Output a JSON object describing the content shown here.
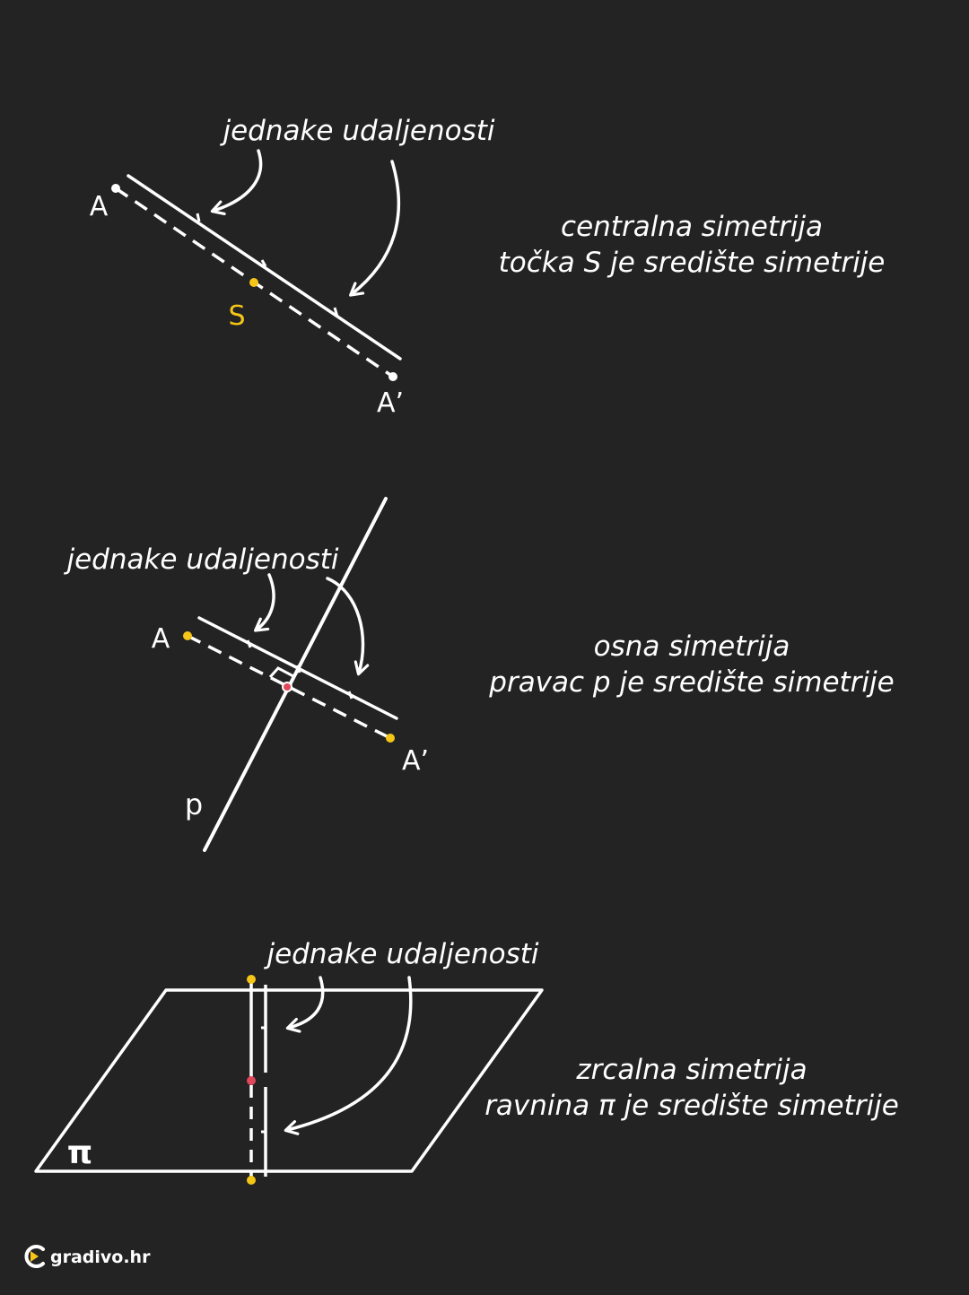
{
  "colors": {
    "background": "#232323",
    "line": "#ffffff",
    "center_point": "#f5c518",
    "foot_point": "#e0475b"
  },
  "central": {
    "equal_label": "jednake udaljenosti",
    "title": "centralna simetrija",
    "subtitle": "točka S je središte simetrije",
    "point_a": "A",
    "point_a_prime": "A’",
    "center_label": "S"
  },
  "axial": {
    "equal_label": "jednake udaljenosti",
    "title": "osna simetrija",
    "subtitle": "pravac p je središte simetrije",
    "point_a": "A",
    "point_a_prime": "A’",
    "line_label": "p"
  },
  "mirror": {
    "equal_label": "jednake udaljenosti",
    "title": "zrcalna simetrija",
    "subtitle": "ravnina π je središte simetrije",
    "plane_label": "π"
  },
  "brand": {
    "logo_text": "gradivo.hr",
    "logo_icon": "gradivo-logo-icon"
  }
}
